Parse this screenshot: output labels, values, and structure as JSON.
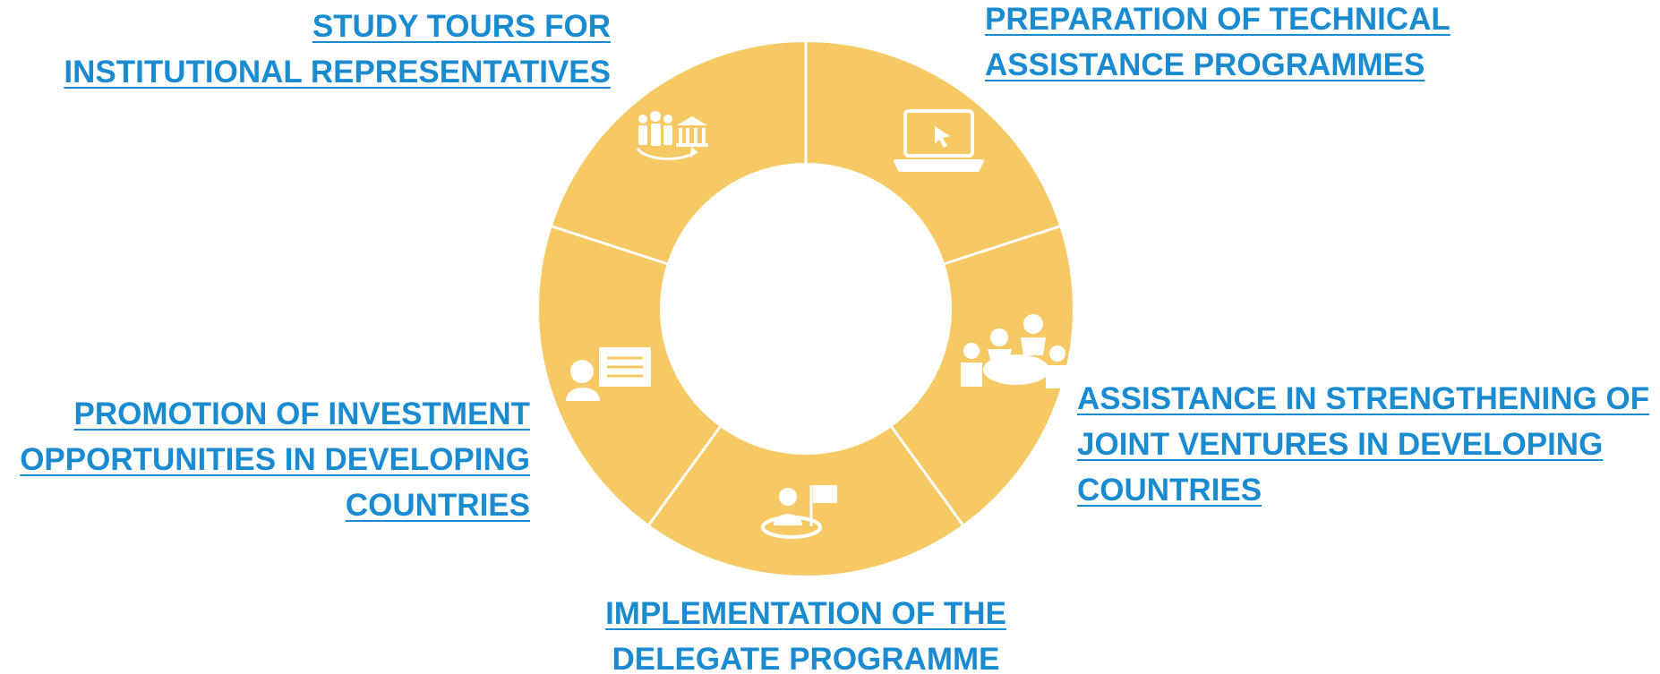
{
  "diagram": {
    "colors": {
      "ring": "#f7c964",
      "divider": "#ffffff",
      "icon": "#ffffff",
      "link": "#1a8bd0"
    },
    "segments": [
      {
        "icon": "laptop-cursor-icon"
      },
      {
        "icon": "meeting-table-icon"
      },
      {
        "icon": "delegate-flag-icon"
      },
      {
        "icon": "presenter-board-icon"
      },
      {
        "icon": "people-institution-icon"
      }
    ],
    "links": {
      "study_tours": [
        "STUDY TOURS FOR",
        "INSTITUTIONAL REPRESENTATIVES"
      ],
      "technical_assistance": [
        "PREPARATION OF TECHNICAL",
        "ASSISTANCE PROGRAMMES"
      ],
      "joint_ventures": [
        "ASSISTANCE IN STRENGTHENING OF",
        "JOINT VENTURES IN DEVELOPING",
        "COUNTRIES"
      ],
      "delegate_programme": [
        "IMPLEMENTATION OF THE",
        "DELEGATE PROGRAMME"
      ],
      "investment": [
        "PROMOTION OF INVESTMENT",
        "OPPORTUNITIES IN DEVELOPING",
        "COUNTRIES"
      ]
    }
  }
}
